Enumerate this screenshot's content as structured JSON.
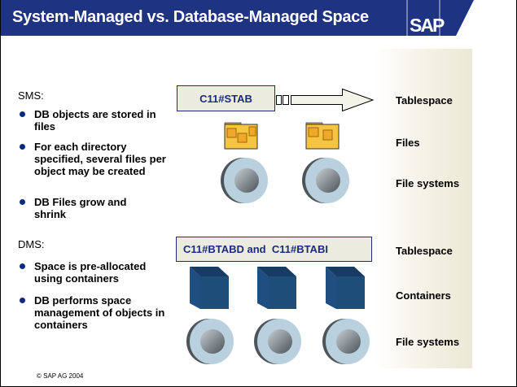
{
  "title": "System-Managed vs. Database-Managed Space",
  "logo": "SAP",
  "sms": {
    "heading": "SMS:",
    "bullets": [
      "DB objects are stored in files",
      "For each directory specified, several files per object may be created",
      "DB Files grow and shrink"
    ],
    "tablespace_name": "C11#STAB",
    "labels": {
      "tablespace": "Tablespace",
      "files": "Files",
      "file_systems": "File systems"
    }
  },
  "dms": {
    "heading": "DMS:",
    "bullets": [
      "Space is pre-allocated using containers",
      "DB performs space management of objects in containers"
    ],
    "tablespace_name": "C11#BTABD and  C11#BTABI",
    "labels": {
      "tablespace": "Tablespace",
      "containers": "Containers",
      "file_systems": "File systems"
    }
  },
  "footer": "©  SAP AG 2004",
  "colors": {
    "header": "#1f3383",
    "box_text": "#1a2c7a",
    "cube": "#1d4d79",
    "folder": "#f5c542"
  }
}
